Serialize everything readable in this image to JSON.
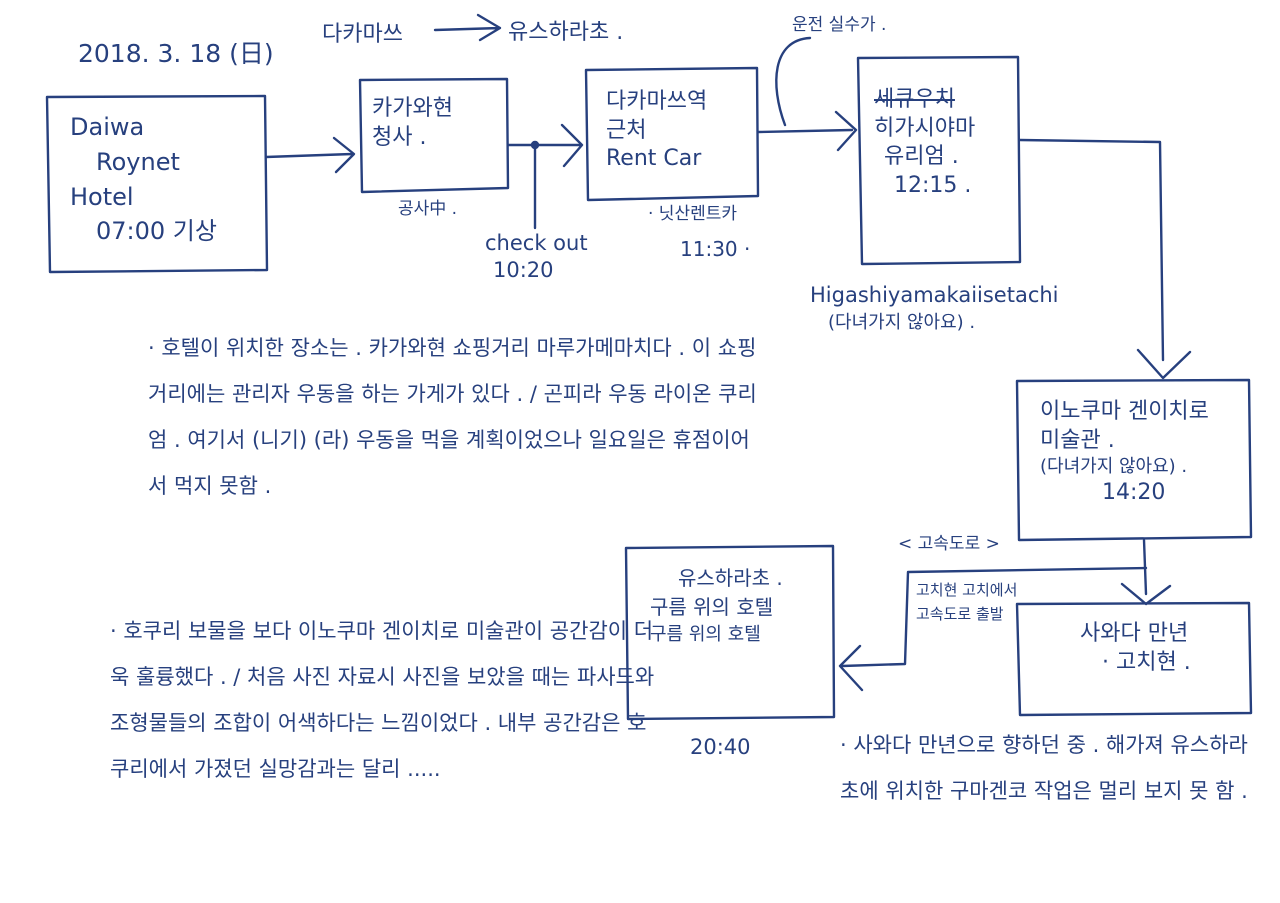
{
  "header": {
    "date": "2018. 3. 18 (日)",
    "route_from": "다카마쓰",
    "route_to": "유스하라초 ."
  },
  "nodes": {
    "hotel": [
      "Daiwa",
      "Roynet",
      "Hotel",
      "07:00 기상"
    ],
    "kagawa": [
      "카가와현",
      "청사 ."
    ],
    "kagawa_note": "공사中 .",
    "checkout": [
      "check out",
      "10:20"
    ],
    "takamatsu": [
      "다카마쓰역",
      "근처",
      "Rent Car"
    ],
    "rental_time": "· 닛산렌트카",
    "rental_clock": "11:30 ·",
    "higashiyama_struck": "세큐우치",
    "higashiyama": [
      "히가시야마",
      "유리엄 .",
      "12:15 ."
    ],
    "higashiyama_caption": [
      "Higashiyamakaiisetachi",
      "(다녀가지 않아요) ."
    ],
    "detour_label": "운전 실수가 .",
    "inokuma": [
      "이노쿠마 겐이치로",
      "미술관 .",
      "(다녀가지 않아요) .",
      "14:20"
    ],
    "highway_label": "< 고속도로 >",
    "kochi_pass": [
      "고치현 고치에서",
      "고속도로 출발"
    ],
    "sawada": [
      "사와다 만년",
      "· 고치현 ."
    ],
    "yusuhara": [
      "유스하라초 .",
      "구름 위의 호텔",
      "구름 위의 호텔"
    ],
    "yusuhara_time": "20:40"
  },
  "notes": {
    "hotel_note": "· 호텔이 위치한 장소는 . 카가와현 쇼핑거리 마루가메마치다 . 이 쇼핑거리에는 관리자 우동을 하는 가게가 있다 . / 곤피라 우동 라이온 쿠리엄 . 여기서 (니기) (라) 우동을 먹을 계획이었으나 일요일은 휴점이어서 먹지 못함 .",
    "museum_note": "· 호쿠리 보물을 보다 이노쿠마 겐이치로 미술관이 공간감이 더욱 훌륭했다 . / 처음 사진 자료시 사진을 보았을 때는 파사드와 조형물들의 조합이 어색하다는 느낌이었다 . 내부 공간감은 호쿠리에서 가졌던 실망감과는 달리 .....",
    "drive_note": "· 사와다 만년으로 향하던 중 . 해가져 유스하라초에 위치한 구마겐코 작업은 멀리 보지 못 함 ."
  },
  "colors": {
    "ink": "#27407e",
    "paper": "#ffffff"
  }
}
